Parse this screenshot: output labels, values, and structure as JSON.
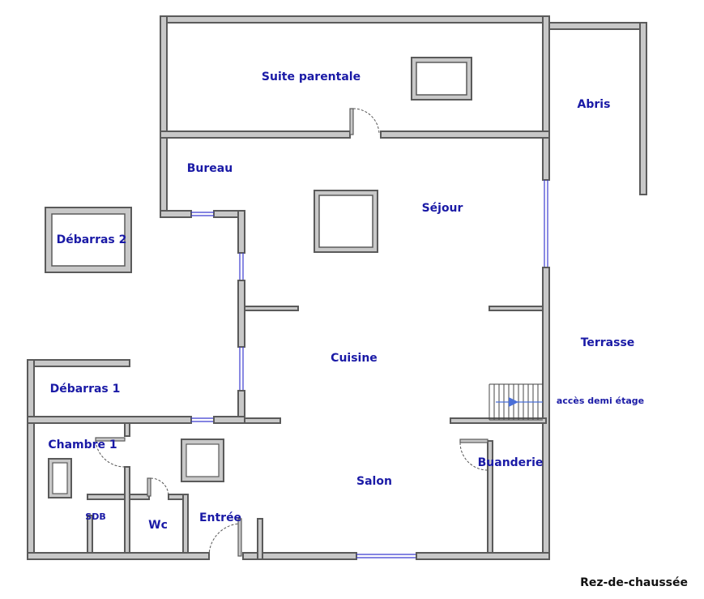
{
  "rooms": {
    "suite_parentale": "Suite parentale",
    "abris": "Abris",
    "bureau": "Bureau",
    "sejour": "Séjour",
    "debarras2": "Débarras 2",
    "cuisine": "Cuisine",
    "terrasse": "Terrasse",
    "acces": "accès demi étage",
    "debarras1": "Débarras 1",
    "chambre1": "Chambre 1",
    "buanderie": "Buanderie",
    "salon": "Salon",
    "sdb": "SDB",
    "wc": "Wc",
    "entree": "Entrée"
  },
  "caption": "Rez-de-chaussée",
  "colors": {
    "label": "#1a1aa6",
    "wall": "#c8c8c8",
    "wall_outline": "#5a5a5a",
    "arrow": "#4a6fd8"
  }
}
